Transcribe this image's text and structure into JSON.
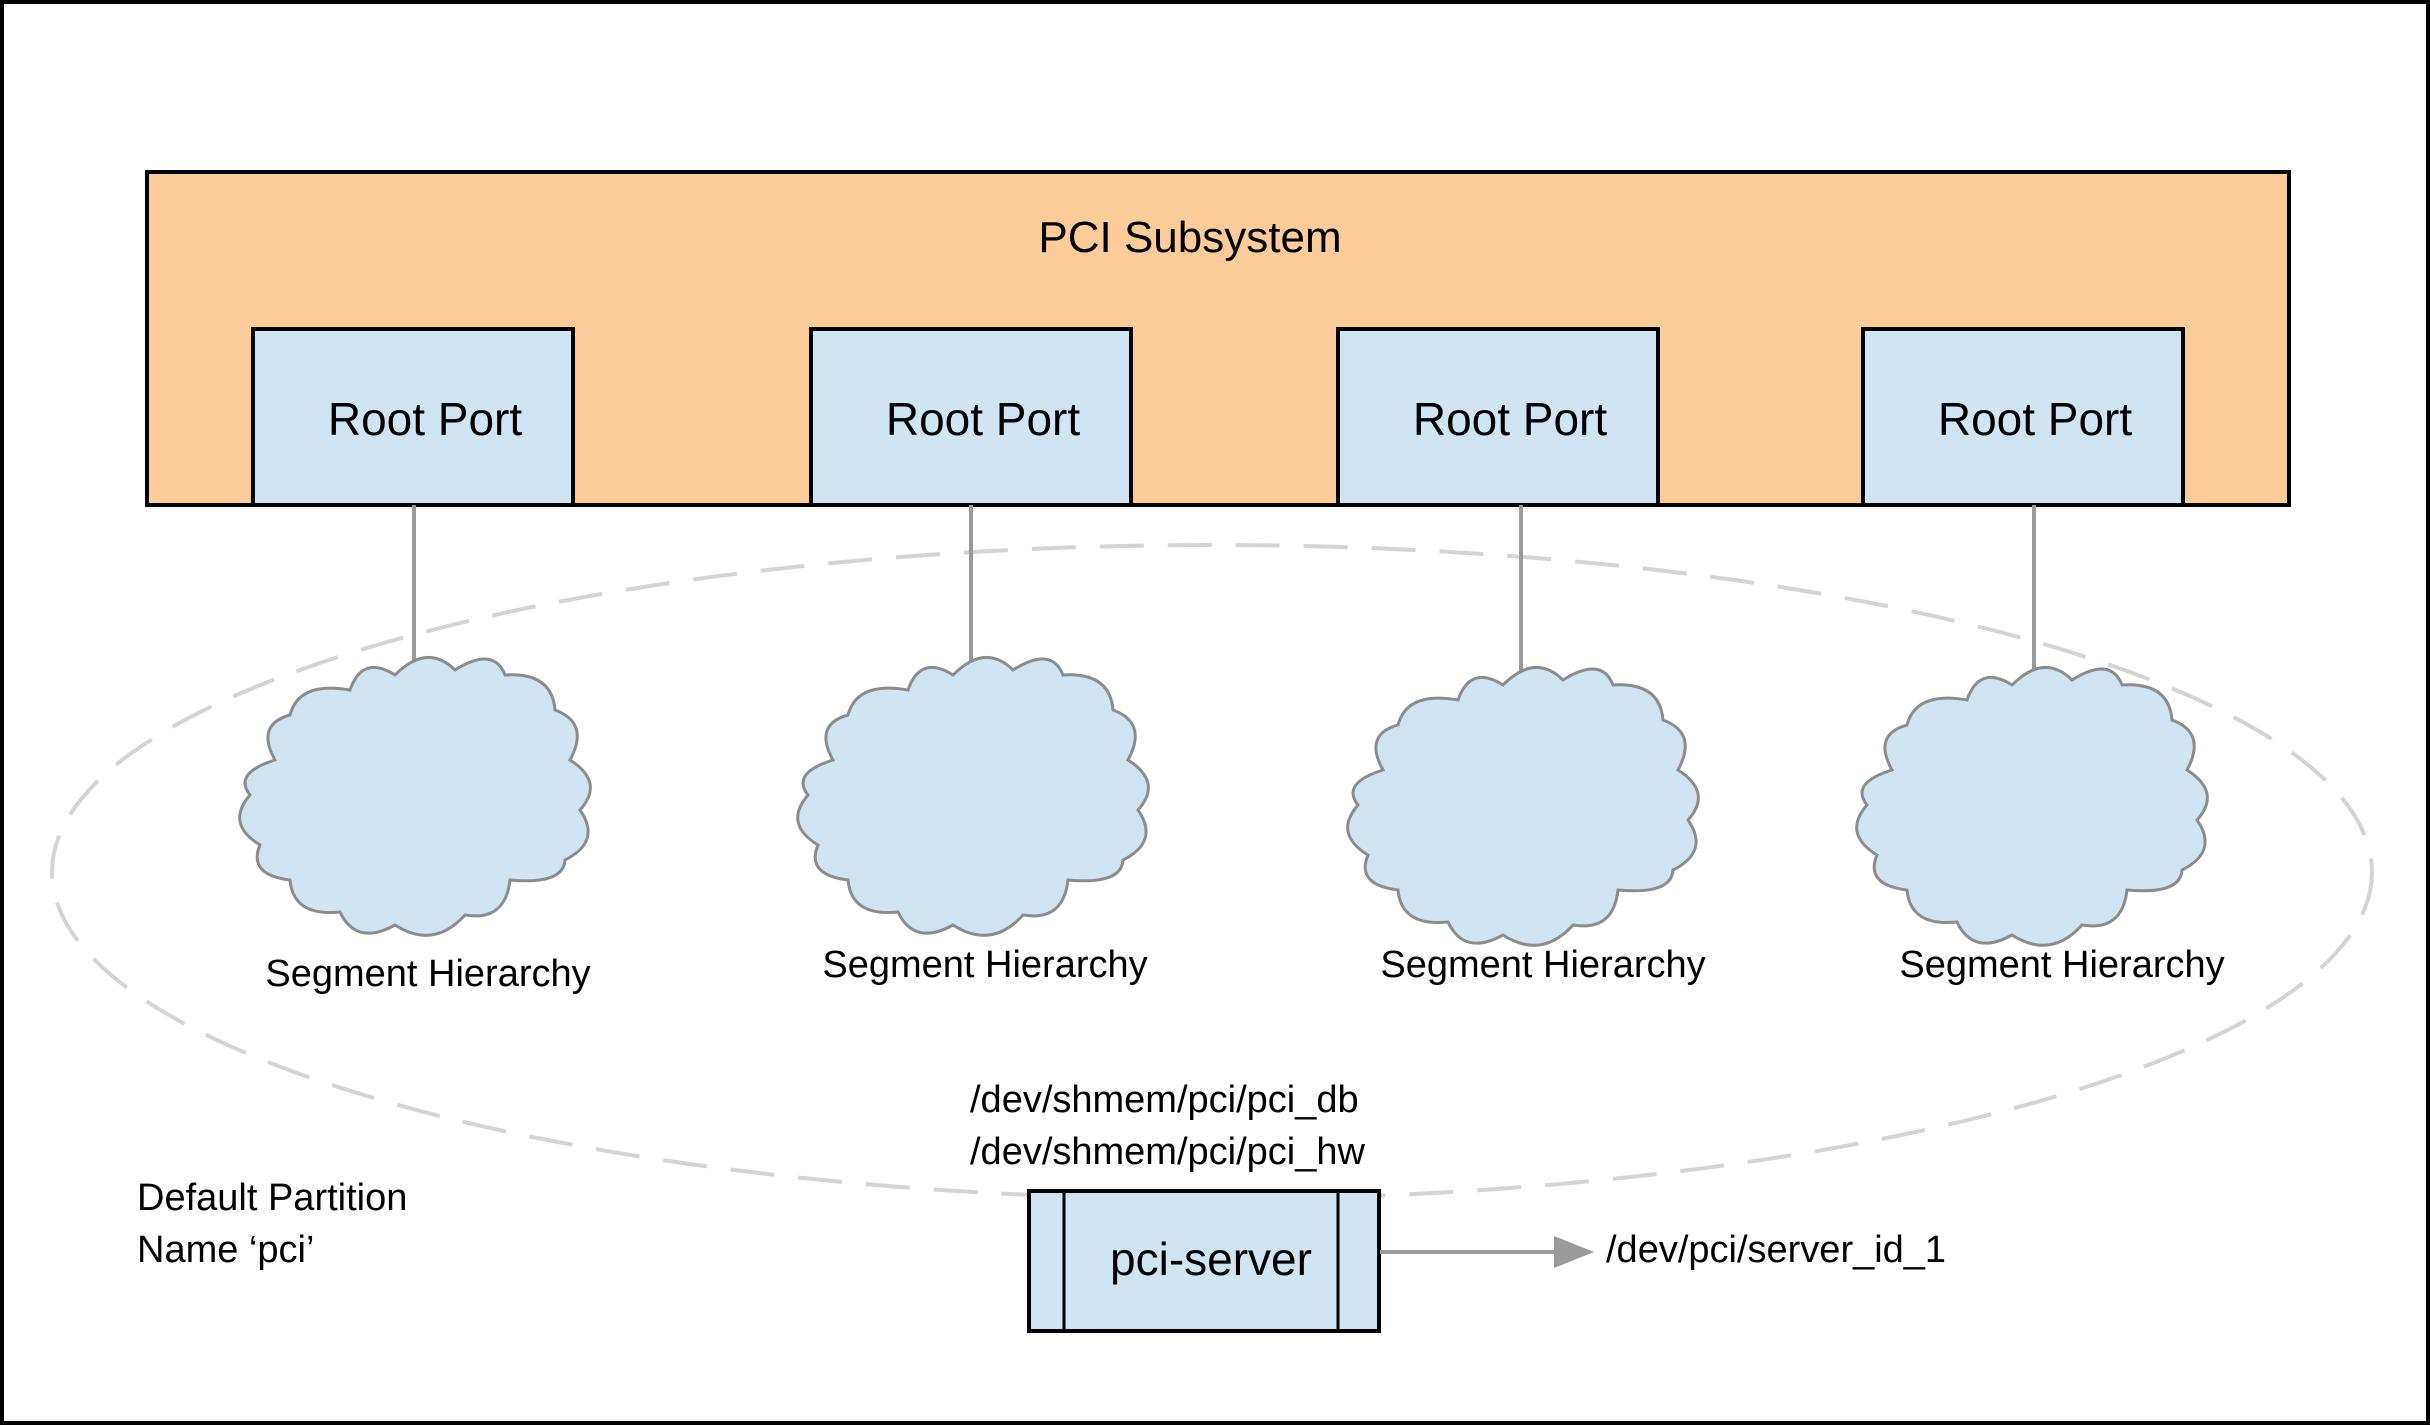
{
  "colors": {
    "subsystem_fill": "#fecc9a",
    "node_fill": "#d0e5f4",
    "stroke": "#000000",
    "arrow": "#9a9a9a",
    "cloud_stroke": "#8c8c8c",
    "ellipse_dash": "#d4d4d4"
  },
  "subsystem": {
    "title": "PCI Subsystem"
  },
  "root_ports": [
    {
      "label": "Root Port"
    },
    {
      "label": "Root Port"
    },
    {
      "label": "Root Port"
    },
    {
      "label": "Root Port"
    }
  ],
  "segments": [
    {
      "label": "Segment Hierarchy"
    },
    {
      "label": "Segment Hierarchy"
    },
    {
      "label": "Segment Hierarchy"
    },
    {
      "label": "Segment Hierarchy"
    }
  ],
  "shared_memory": {
    "lines": [
      "/dev/shmem/pci/pci_db",
      "/dev/shmem/pci/pci_hw"
    ]
  },
  "partition": {
    "lines": [
      "Default Partition",
      "Name ‘pci’"
    ]
  },
  "server": {
    "label": "pci-server",
    "endpoint": "/dev/pci/server_id_1"
  }
}
